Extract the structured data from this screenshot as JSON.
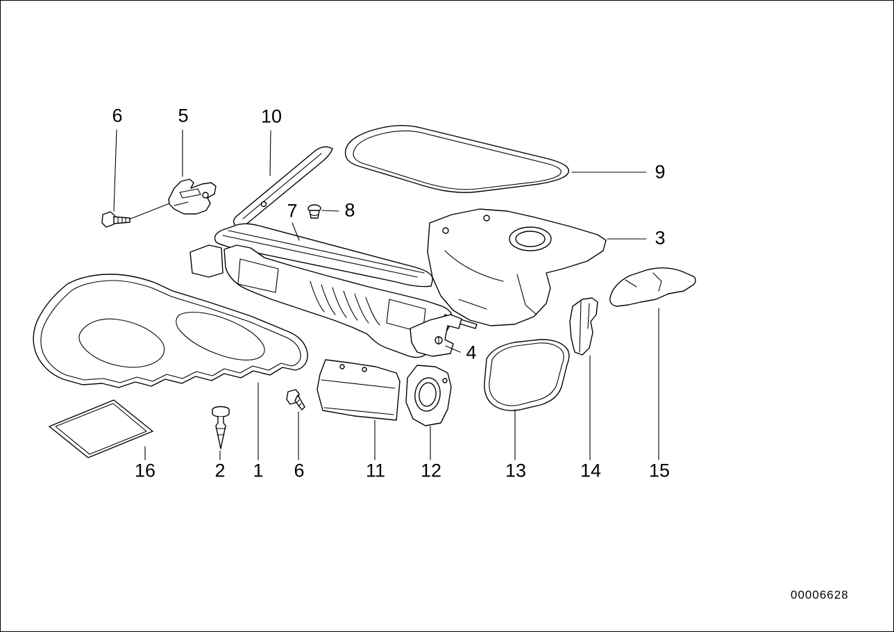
{
  "diagram": {
    "number": "00006628",
    "callouts": [
      {
        "label": "6"
      },
      {
        "label": "5"
      },
      {
        "label": "10"
      },
      {
        "label": "9"
      },
      {
        "label": "7"
      },
      {
        "label": "8"
      },
      {
        "label": "3"
      },
      {
        "label": "4"
      },
      {
        "label": "16"
      },
      {
        "label": "2"
      },
      {
        "label": "1"
      },
      {
        "label": "6"
      },
      {
        "label": "11"
      },
      {
        "label": "12"
      },
      {
        "label": "13"
      },
      {
        "label": "14"
      },
      {
        "label": "15"
      }
    ]
  }
}
